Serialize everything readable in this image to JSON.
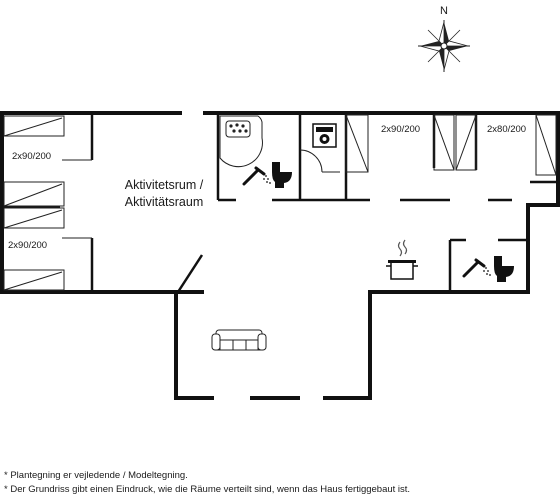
{
  "compass": {
    "label": "N"
  },
  "labels": {
    "bed_left_top": "2x90/200",
    "bed_left_bottom": "2x90/200",
    "bed_middle": "2x90/200",
    "bed_right": "2x80/200",
    "activity_line1": "Aktivitetsrum /",
    "activity_line2": "Aktivitätsraum"
  },
  "footnotes": {
    "line1": "* Plantegning er vejledende / Modeltegning.",
    "line2": "* Der Grundriss gibt einen Eindruck, wie die Räume verteilt sind, wenn das Haus fertiggebaut ist."
  },
  "icons": [
    "compass-rose-icon",
    "hot-tub-icon",
    "shower-icon",
    "toilet-icon",
    "washing-machine-icon",
    "cooking-pot-icon",
    "sofa-icon"
  ]
}
